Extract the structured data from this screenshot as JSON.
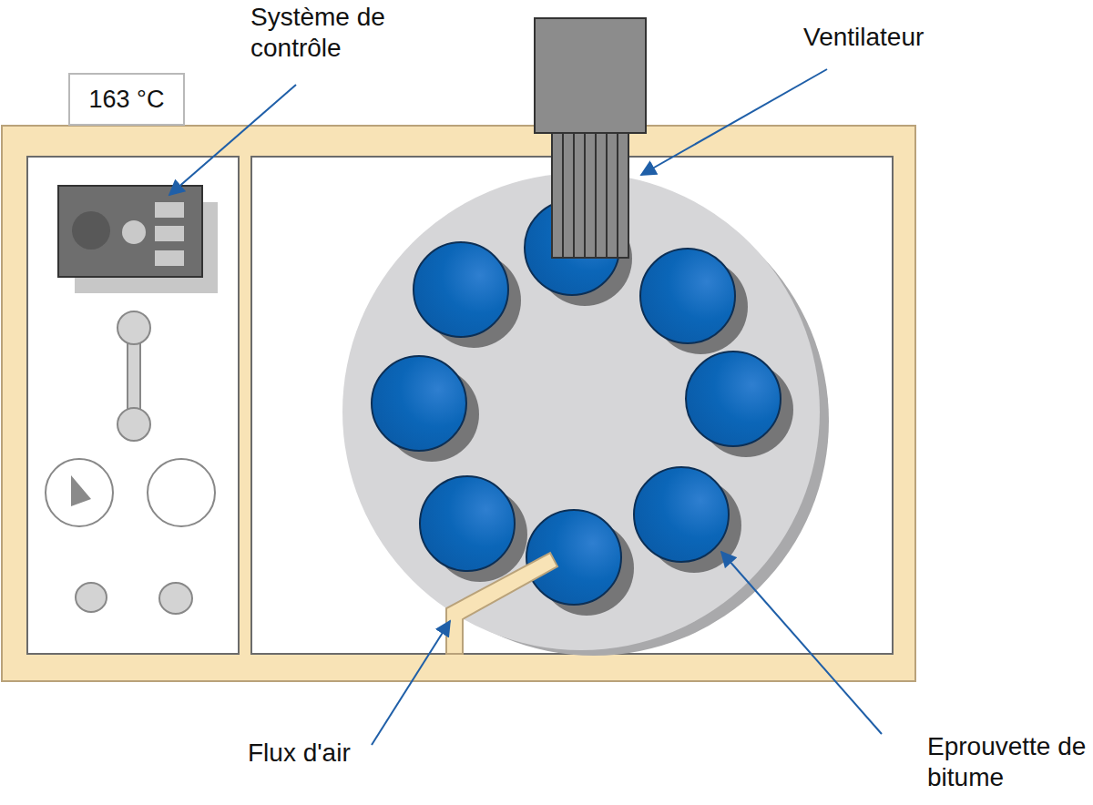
{
  "diagram": {
    "nodes": [
      {
        "text": [
          "163 °C"
        ]
      }
    ],
    "labels": [
      "Système de contrôle",
      "Ventilateur",
      "Flux d'air",
      "Eprouvette de bitume"
    ]
  }
}
